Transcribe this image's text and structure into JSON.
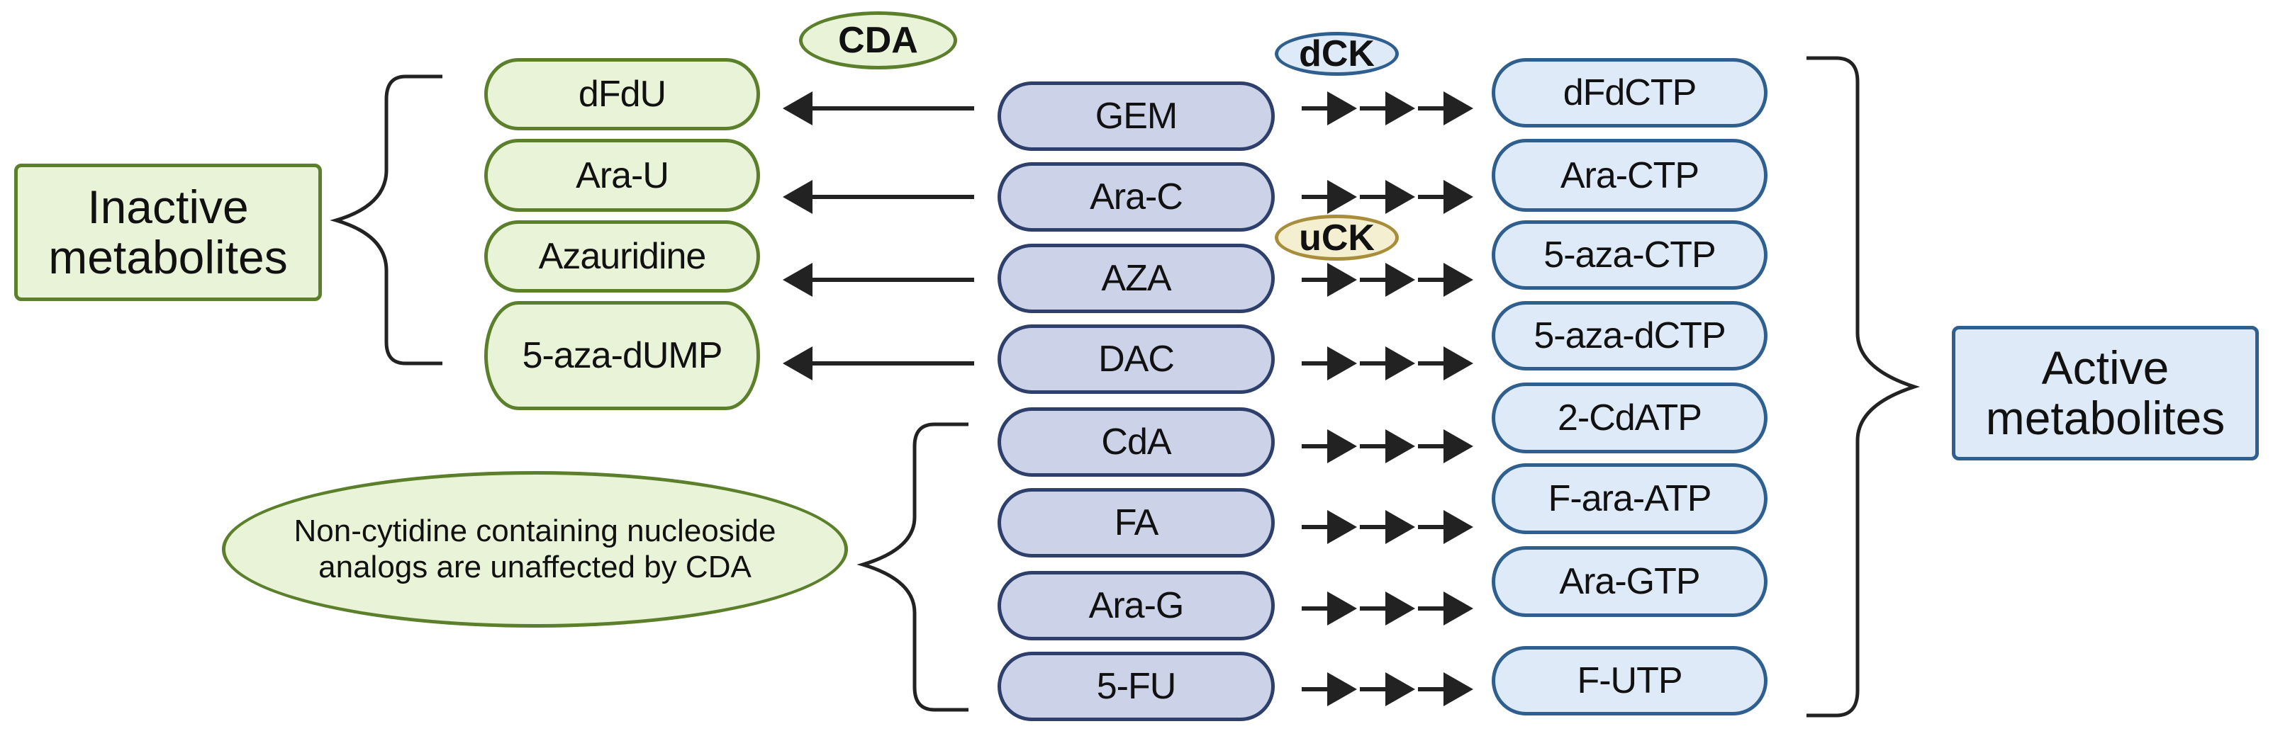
{
  "inactive_label": "Inactive metabolites",
  "active_label": "Active metabolites",
  "enzymes": {
    "cda": "CDA",
    "dck": "dCK",
    "uck": "uCK"
  },
  "note": "Non-cytidine containing nucleoside analogs are unaffected by CDA",
  "inactive_metabolites": [
    "dFdU",
    "Ara-U",
    "Azauridine",
    "5-aza-dUMP"
  ],
  "drugs": [
    "GEM",
    "Ara-C",
    "AZA",
    "DAC",
    "CdA",
    "FA",
    "Ara-G",
    "5-FU"
  ],
  "active_metabolites": [
    "dFdCTP",
    "Ara-CTP",
    "5-aza-CTP",
    "5-aza-dCTP",
    "2-CdATP",
    "F-ara-ATP",
    "Ara-GTP",
    "F-UTP"
  ],
  "colors": {
    "inactive_fill": "#e9f3d8",
    "inactive_border": "#5b7f2a",
    "drug_fill": "#ccd3e9",
    "drug_border": "#2e3f6b",
    "active_fill": "#dfeaf8",
    "active_border": "#2f5f8e",
    "uck_fill": "#f5efd2",
    "uck_border": "#a88e3a"
  }
}
